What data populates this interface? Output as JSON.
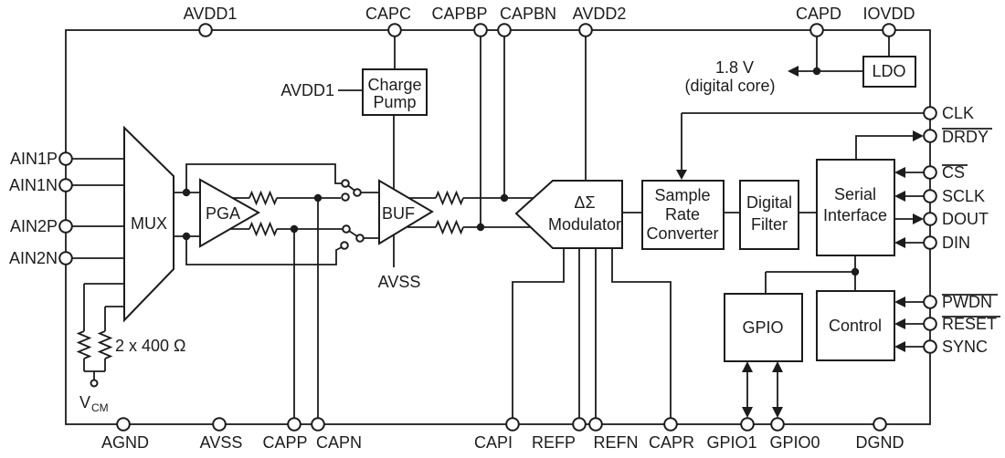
{
  "pins": {
    "top": [
      "AVDD1",
      "CAPC",
      "CAPBP",
      "CAPBN",
      "AVDD2",
      "CAPD",
      "IOVDD"
    ],
    "left": [
      "AIN1P",
      "AIN1N",
      "AIN2P",
      "AIN2N"
    ],
    "right": [
      "CLK",
      "DRDY",
      "CS",
      "SCLK",
      "DOUT",
      "DIN",
      "PWDN",
      "RESET",
      "SYNC"
    ],
    "bottom": [
      "AGND",
      "AVSS",
      "CAPP",
      "CAPN",
      "CAPI",
      "REFP",
      "REFN",
      "CAPR",
      "GPIO1",
      "GPIO0",
      "DGND"
    ]
  },
  "blocks": {
    "mux": "MUX",
    "pga": "PGA",
    "buf": "BUF",
    "charge_pump": [
      "Charge",
      "Pump"
    ],
    "modulator": [
      "ΔΣ",
      "Modulator"
    ],
    "sample_rate_converter": [
      "Sample",
      "Rate",
      "Converter"
    ],
    "digital_filter": [
      "Digital",
      "Filter"
    ],
    "serial_interface": [
      "Serial",
      "Interface"
    ],
    "gpio": "GPIO",
    "control": "Control",
    "ldo": "LDO"
  },
  "annotations": {
    "charge_pump_supply": "AVDD1",
    "core_voltage": "1.8 V",
    "core_voltage_note": "(digital core)",
    "buf_supply": "AVSS",
    "input_resistors": "2 x 400 Ω",
    "vcm_label": "V",
    "vcm_sub": "CM"
  },
  "colors": {
    "line": "#1c1c1c",
    "background": "#ffffff"
  }
}
